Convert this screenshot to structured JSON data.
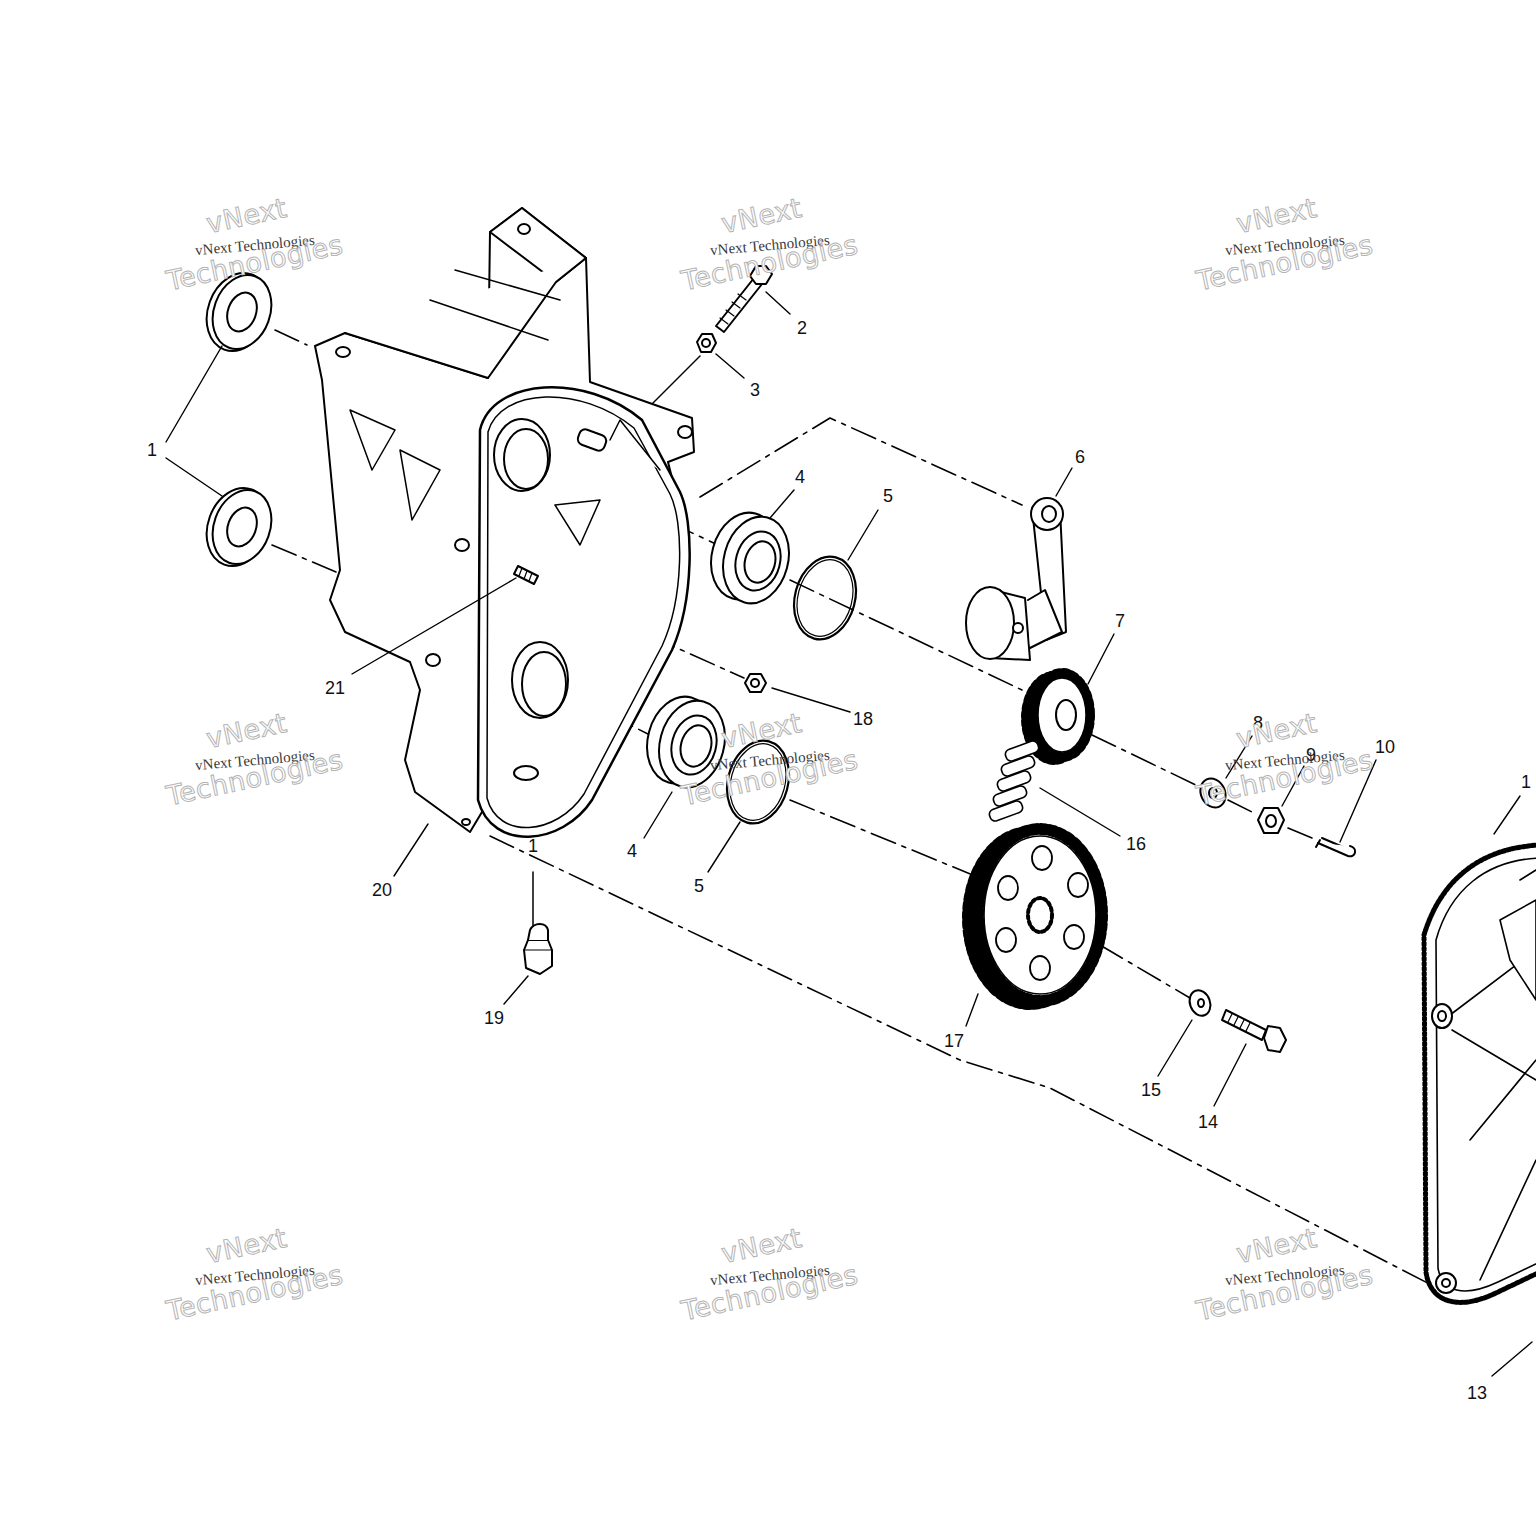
{
  "diagram": {
    "labels": [
      "1",
      "2",
      "3",
      "6",
      "4",
      "5",
      "7",
      "21",
      "18",
      "8",
      "10",
      "9",
      "1",
      "1",
      "16",
      "4",
      "5",
      "20",
      "19",
      "17",
      "15",
      "14",
      "13",
      "vNext",
      "vNext Technologies",
      "Technologies",
      "vNext",
      "vNext Technologies",
      "Technologies",
      "vNext",
      "vNext Technologies",
      "Technologies",
      "vNext",
      "vNext Technologies",
      "Technologies",
      "vNext",
      "vNext Technologies",
      "Technologies",
      "vNext",
      "vNext Technologies",
      "Technologies",
      "vNext",
      "vNext Technologies",
      "Technologies",
      "vNext",
      "vNext Technologies",
      "Technologies",
      "vNext",
      "vNext Technologies",
      "Technologies"
    ]
  }
}
